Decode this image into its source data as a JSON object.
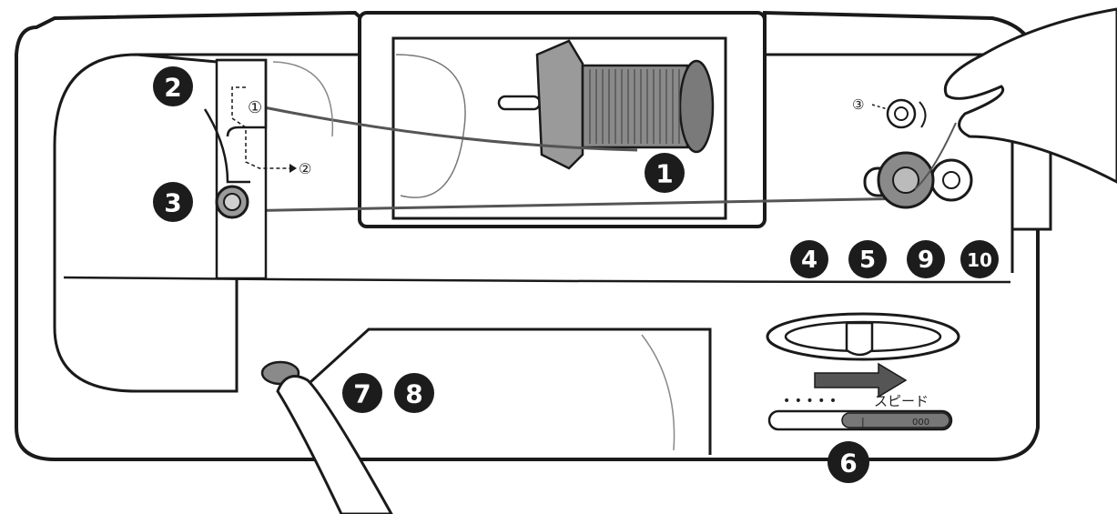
{
  "diagram": {
    "steps": [
      {
        "id": "1",
        "label": "1"
      },
      {
        "id": "2",
        "label": "2"
      },
      {
        "id": "3",
        "label": "3"
      },
      {
        "id": "4",
        "label": "4"
      },
      {
        "id": "5",
        "label": "5"
      },
      {
        "id": "6",
        "label": "6"
      },
      {
        "id": "7",
        "label": "7"
      },
      {
        "id": "8",
        "label": "8"
      },
      {
        "id": "9",
        "label": "9"
      },
      {
        "id": "10",
        "label": "10"
      }
    ],
    "sub_markers": [
      {
        "id": "a",
        "label": "①"
      },
      {
        "id": "b",
        "label": "②"
      },
      {
        "id": "c",
        "label": "③"
      }
    ],
    "speed": {
      "label": "スピード",
      "dots": "• • • • •",
      "slow_mark": "|",
      "fast_mark": "000"
    }
  },
  "colors": {
    "ink": "#1a1a1a",
    "badge": "#1c1c1c",
    "thread": "#6b6b6b",
    "spool": "#8e8e8e",
    "arrow": "#555555",
    "skin": "#ffffff"
  },
  "icons": {
    "hand": "pointing-hand-icon",
    "finger": "pressing-finger-icon",
    "arrow": "direction-arrow-icon"
  }
}
